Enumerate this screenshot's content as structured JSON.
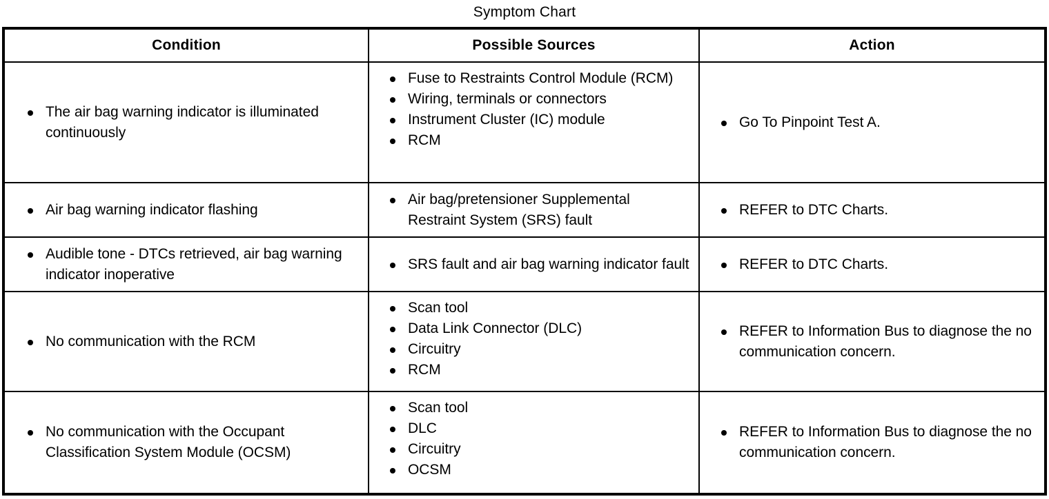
{
  "title": "Symptom Chart",
  "table": {
    "columns": [
      "Condition",
      "Possible Sources",
      "Action"
    ],
    "rows": [
      {
        "condition": [
          "The air bag warning indicator is illuminated continuously"
        ],
        "sources": [
          "Fuse to Restraints Control Module (RCM)",
          "Wiring, terminals or connectors",
          "Instrument Cluster (IC) module",
          "RCM"
        ],
        "action": [
          "Go To Pinpoint Test A."
        ]
      },
      {
        "condition": [
          "Air bag warning indicator flashing"
        ],
        "sources": [
          "Air bag/pretensioner Supplemental Restraint System (SRS) fault"
        ],
        "action": [
          "REFER to DTC Charts."
        ]
      },
      {
        "condition": [
          "Audible tone - DTCs retrieved, air bag warning indicator inoperative"
        ],
        "sources": [
          "SRS fault and air bag warning indicator fault"
        ],
        "action": [
          "REFER to DTC Charts."
        ]
      },
      {
        "condition": [
          "No communication with the RCM"
        ],
        "sources": [
          "Scan tool",
          "Data Link Connector (DLC)",
          "Circuitry",
          "RCM"
        ],
        "action": [
          "REFER to Information Bus to diagnose the no communication concern."
        ]
      },
      {
        "condition": [
          "No communication with the Occupant Classification System Module (OCSM)"
        ],
        "sources": [
          "Scan tool",
          "DLC",
          "Circuitry",
          "OCSM"
        ],
        "action": [
          "REFER to Information Bus to diagnose the no communication concern."
        ]
      }
    ]
  }
}
